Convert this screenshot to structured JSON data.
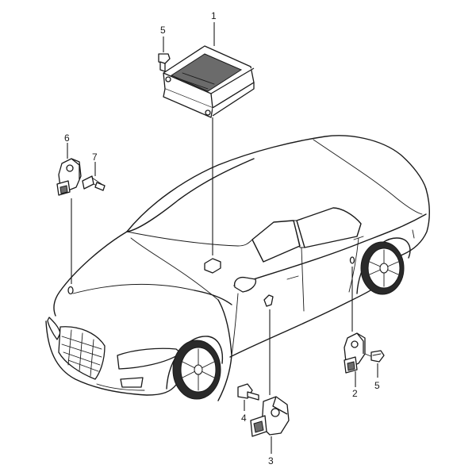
{
  "callouts": {
    "c1": "1",
    "c2": "2",
    "c3": "3",
    "c4": "4",
    "c5a": "5",
    "c5b": "5",
    "c6": "6",
    "c7": "7"
  }
}
